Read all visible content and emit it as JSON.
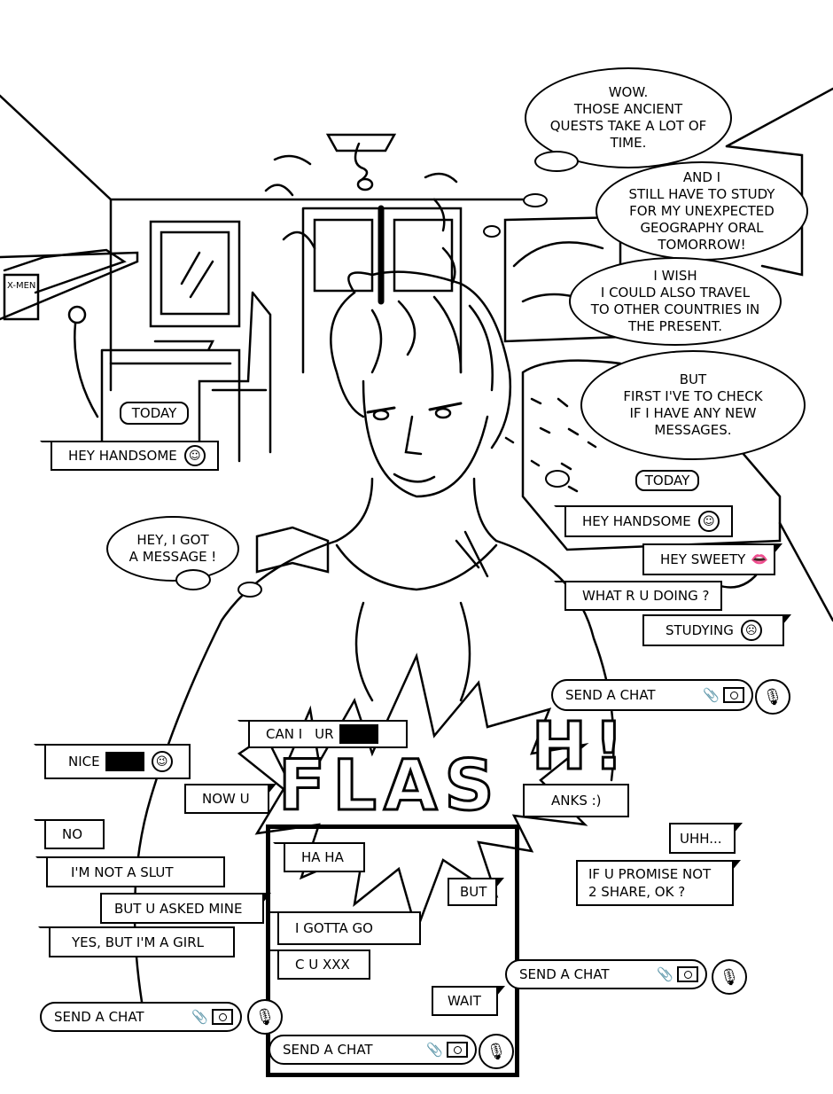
{
  "thoughts": [
    "WOW.\nTHOSE ANCIENT\nQUESTS TAKE A LOT OF\nTIME.",
    "AND I\nSTILL HAVE TO STUDY\nFOR MY UNEXPECTED\nGEOGRAPHY ORAL\nTOMORROW!",
    "I WISH\nI COULD ALSO TRAVEL\nTO OTHER COUNTRIES IN\nTHE PRESENT.",
    "BUT\nFIRST I'VE TO CHECK\nIF I HAVE ANY NEW\nMESSAGES.",
    "HEY, I GOT\nA MESSAGE !"
  ],
  "left_chat": {
    "today": "TODAY",
    "hey_handsome": "HEY HANDSOME"
  },
  "right_chat": {
    "today": "TODAY",
    "messages": [
      "HEY HANDSOME",
      "HEY SWEETY",
      "WHAT R U DOING ?",
      "STUDYING"
    ],
    "send": "SEND A CHAT"
  },
  "bottom_chat": {
    "can_i": "CAN I",
    "ur": "UR",
    "nice": "NICE",
    "now_u": "NOW U",
    "thanks": "ANKS :)",
    "no": "NO",
    "uhh": "UHH...",
    "ha_ha": "HA HA",
    "promise": "IF U PROMISE NOT\n2 SHARE, OK ?",
    "not_slut": "I'M NOT A SLUT",
    "but": "BUT",
    "asked_mine": "BUT U ASKED MINE",
    "gotta_go": "I GOTTA GO",
    "girl": "YES, BUT I'M A GIRL",
    "cu": "C U XXX",
    "wait": "WAIT",
    "send": "SEND A CHAT"
  },
  "flash": [
    "F",
    "L",
    "A",
    "S",
    "H",
    "!"
  ],
  "shelf_comic": "X-MEN"
}
